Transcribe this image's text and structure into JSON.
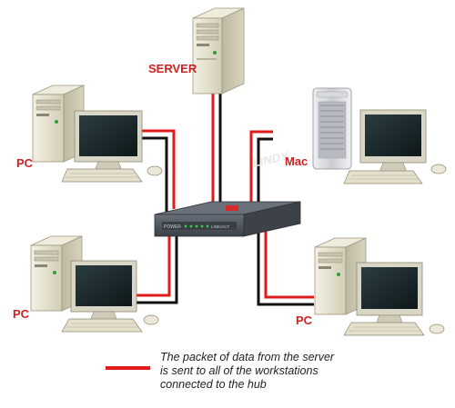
{
  "labels": {
    "server": "SERVER",
    "mac": "Mac",
    "pc_top_left": "PC",
    "pc_bottom_left": "PC",
    "pc_bottom_right": "PC"
  },
  "hub": {
    "brand": "LINDY",
    "port_text_1": "POWER",
    "port_text_2": "LINK/ACT"
  },
  "legend": {
    "line_1": "The packet of data from the server",
    "line_2": "is sent to all of the workstations",
    "line_3": "connected to the hub"
  },
  "colors": {
    "label": "#cc2222",
    "cable_active": "#e01b1b",
    "cable_idle": "#111111",
    "tower": "#e6e2cf",
    "monitor_frame": "#d9d6c6",
    "screen": "#1f2f33",
    "hub": "#4a4f57"
  }
}
